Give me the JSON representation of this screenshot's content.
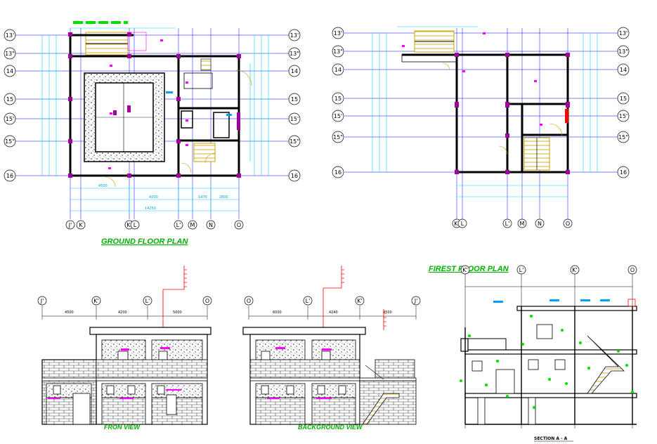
{
  "titles": {
    "ground": "GROUND FLOOR PLAN",
    "first": "FIREST  FLOOR PLAN",
    "front": "FRON  VIEW",
    "back": "BACKGROUND  VIEW",
    "section": "SECTION  A  -  A"
  },
  "levels": {
    "l13a": "13'",
    "l13b": "13\"",
    "l14": "14",
    "l15": "15",
    "l15a": "15'",
    "l15b": "15\"",
    "l16": "16"
  },
  "grid": {
    "j": "J'",
    "k": "K",
    "kp": "K'",
    "l": "L",
    "lp": "L'",
    "m": "M",
    "n": "N",
    "o": "O"
  },
  "dims": {
    "d4500": "4500",
    "d4200": "4200",
    "d5000": "5000",
    "d6000": "6000",
    "d4240": "4240",
    "d14250": "14250",
    "d1470": "1470",
    "d2800": "2800"
  },
  "colors": {
    "wall": "#000000",
    "dim": "#00d4ff",
    "grid": "#0000ff",
    "accent": "#ff00ff",
    "stair": "#c8a000",
    "title": "#00b000",
    "marker": "#ff0000"
  }
}
